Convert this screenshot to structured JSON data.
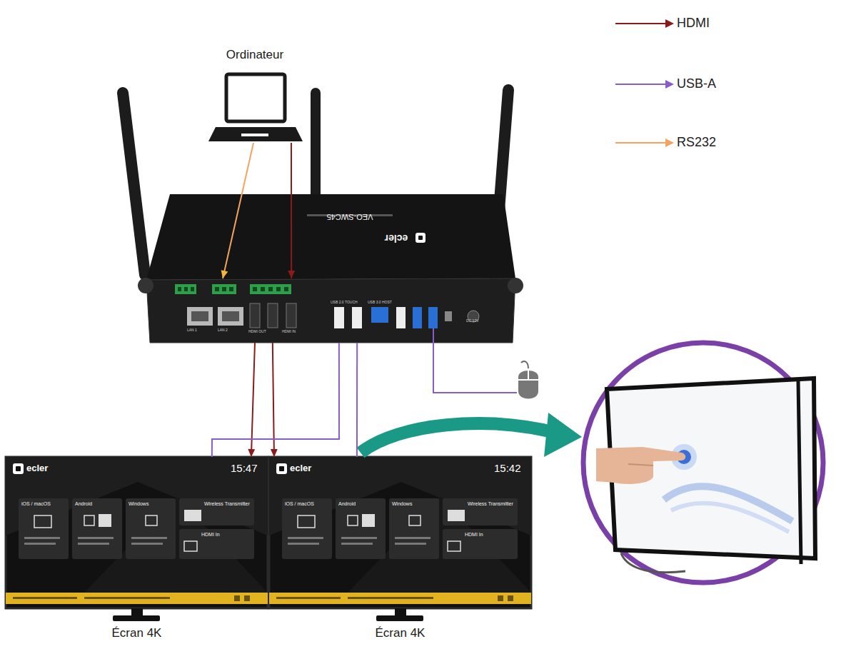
{
  "diagram": {
    "nodes": [
      {
        "text": [
          "Ordinateur"
        ]
      },
      {
        "text": [
          "ecler",
          "VEO-SWC45"
        ]
      },
      {
        "text": [
          "Écran 4K"
        ]
      },
      {
        "text": [
          "Écran 4K"
        ]
      }
    ],
    "edges": [
      {
        "from": 0,
        "to": 1,
        "arrow": "to"
      },
      {
        "from": 0,
        "to": 1,
        "arrow": "to"
      },
      {
        "from": 1,
        "to": 2,
        "arrow": "to"
      },
      {
        "from": 1,
        "to": 3,
        "arrow": "to"
      },
      {
        "from": 2,
        "to": 1,
        "arrow": "none"
      },
      {
        "from": 3,
        "to": 1,
        "arrow": "none"
      }
    ],
    "labels": [
      "LAN 1",
      "LAN 2",
      "HDMI OUT",
      "HDMI IN",
      "USB 2.0 TOUCH",
      "USB 3.0 HOST",
      "DC 12V",
      "ecler",
      "15:47",
      "iOS / macOS",
      "Android",
      "Windows",
      "Wireless Transmitter",
      "HDMI In",
      "ecler",
      "15:42",
      "iOS / macOS",
      "Android",
      "Windows",
      "Wireless Transmitter",
      "HDMI In"
    ],
    "legend": [
      {
        "text": "HDMI"
      },
      {
        "text": "USB-A"
      },
      {
        "text": "RS232"
      }
    ]
  }
}
